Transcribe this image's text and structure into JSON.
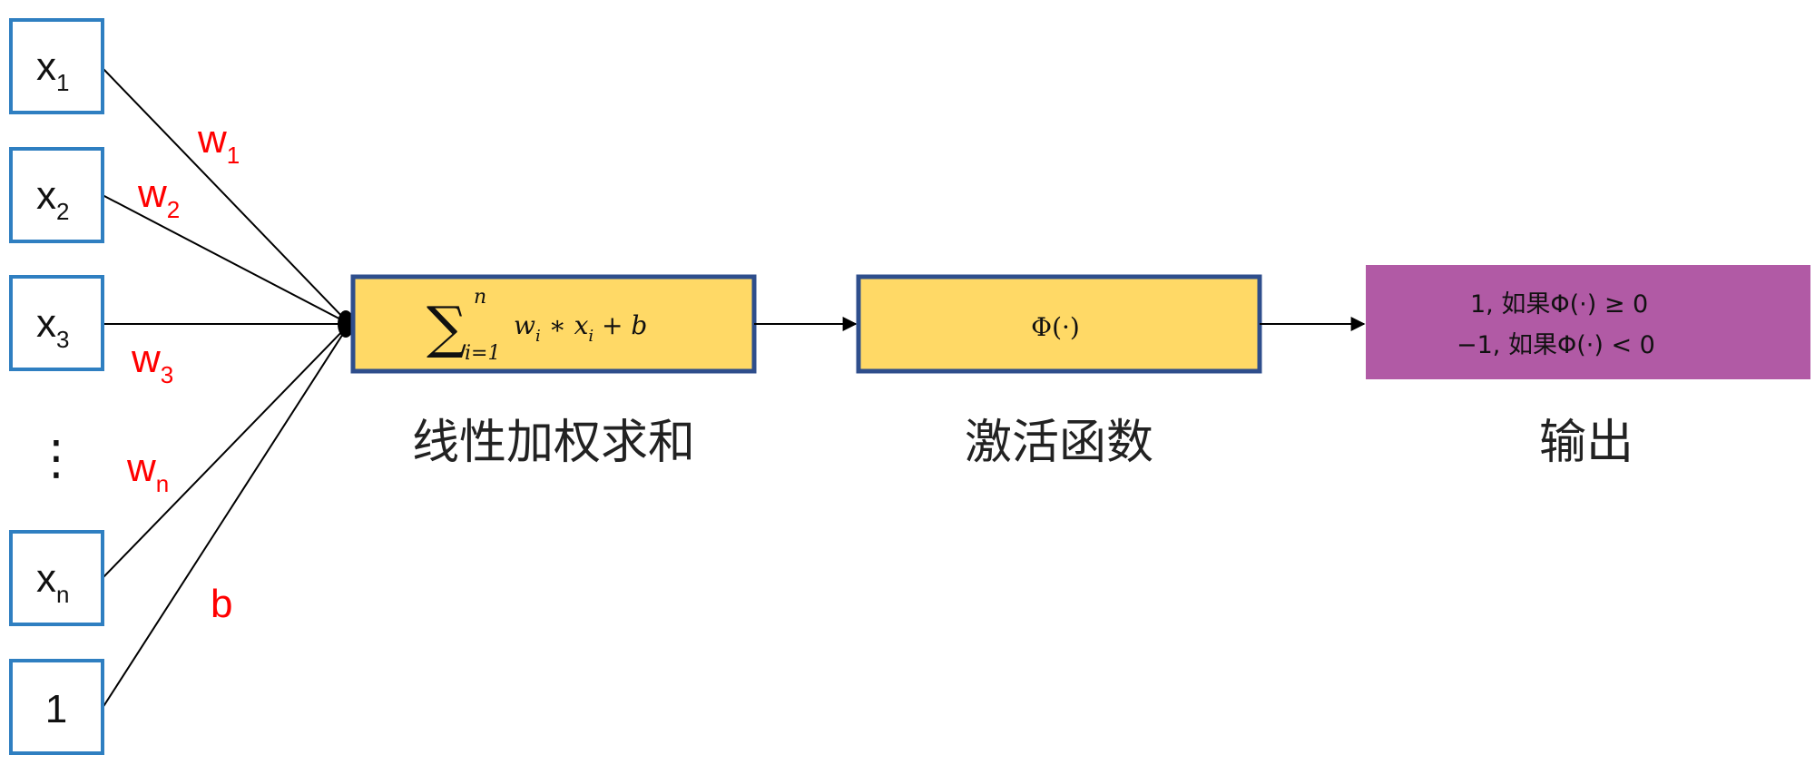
{
  "inputs": [
    {
      "base": "x",
      "sub": "1"
    },
    {
      "base": "x",
      "sub": "2"
    },
    {
      "base": "x",
      "sub": "3"
    },
    {
      "base": "x",
      "sub": "n"
    },
    {
      "base": "1",
      "sub": ""
    }
  ],
  "ellipsis": "⋮",
  "weights": [
    {
      "base": "w",
      "sub": "1"
    },
    {
      "base": "w",
      "sub": "2"
    },
    {
      "base": "w",
      "sub": "3"
    },
    {
      "base": "w",
      "sub": "n"
    }
  ],
  "bias": "b",
  "sum_box": {
    "sigma": "∑",
    "upper": "n",
    "lower": "i=1",
    "expr_w": "w",
    "expr_wi": "i",
    "expr_mid": " ∗ ",
    "expr_x": "x",
    "expr_xi": "i",
    "expr_tail": " + b",
    "caption": "线性加权求和"
  },
  "activation_box": {
    "formula": "Φ(·)",
    "caption": "激活函数"
  },
  "output_box": {
    "line1": "1, 如果Φ(·)  ≥ 0",
    "line2": "−1, 如果Φ(·)  < 0",
    "caption": "输出"
  },
  "colors": {
    "input_border": "#2f7fc1",
    "weight_text": "#ff0000",
    "sum_fill": "#ffd966",
    "sum_border": "#2e4e8c",
    "output_fill": "#b15aa5",
    "line": "#000000"
  }
}
